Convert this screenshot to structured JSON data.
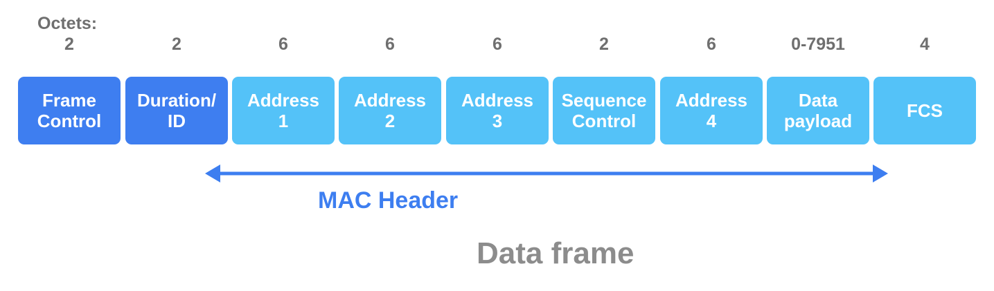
{
  "octets_label": "Octets:",
  "fields": [
    {
      "octets": "2",
      "line1": "Frame",
      "line2": "Control",
      "color": "#3e7ef0"
    },
    {
      "octets": "2",
      "line1": "Duration/",
      "line2": "ID",
      "color": "#3e7ef0"
    },
    {
      "octets": "6",
      "line1": "Address",
      "line2": "1",
      "color": "#54c2f8"
    },
    {
      "octets": "6",
      "line1": "Address",
      "line2": "2",
      "color": "#54c2f8"
    },
    {
      "octets": "6",
      "line1": "Address",
      "line2": "3",
      "color": "#54c2f8"
    },
    {
      "octets": "2",
      "line1": "Sequence",
      "line2": "Control",
      "color": "#54c2f8"
    },
    {
      "octets": "6",
      "line1": "Address",
      "line2": "4",
      "color": "#54c2f8"
    },
    {
      "octets": "0-7951",
      "line1": "Data",
      "line2": "payload",
      "color": "#54c2f8"
    },
    {
      "octets": "4",
      "line1": "FCS",
      "line2": "",
      "color": "#54c2f8"
    }
  ],
  "mac_header_label": "MAC Header",
  "frame_title": "Data frame",
  "colors": {
    "dark_field": "#3e7ef0",
    "light_field": "#54c2f8",
    "arrow": "#3d7ef0",
    "octet_text": "#6f6f6f",
    "title_text": "#8c8c8c"
  }
}
